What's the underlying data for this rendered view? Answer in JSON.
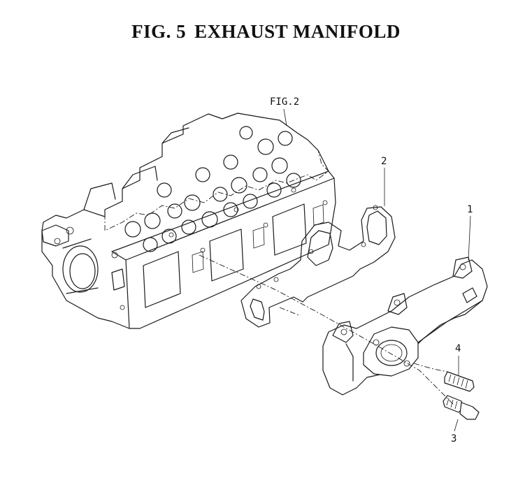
{
  "figure": {
    "title_prefix": "FIG. 5",
    "title_main": "EXHAUST MANIFOLD"
  },
  "callouts": {
    "ref_fig": "FIG.2",
    "exhaust_manifold": "1",
    "gasket": "2",
    "bolt": "3",
    "stud": "4"
  }
}
